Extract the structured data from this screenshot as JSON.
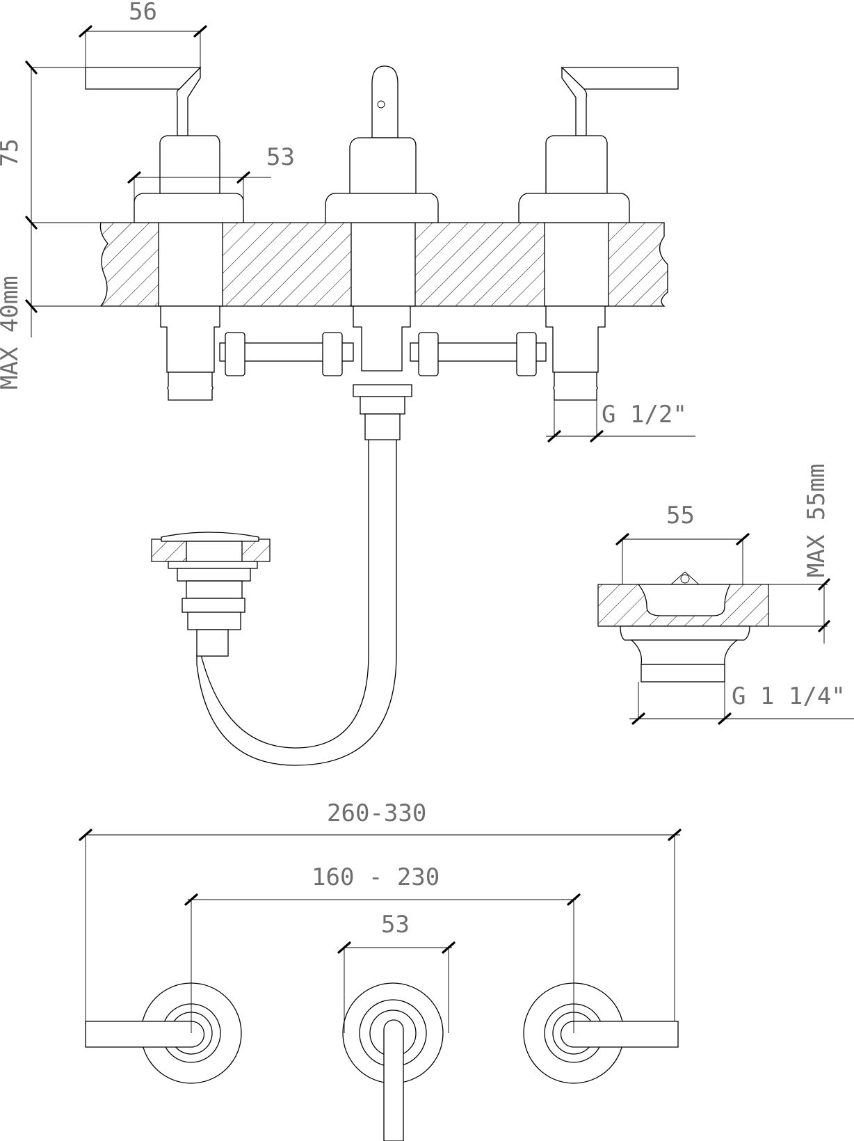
{
  "dimensions": {
    "handle_width": "56",
    "handle_height": "75",
    "rosette_diameter": "53",
    "deck_max": "MAX 40mm",
    "inlet_thread": "G 1/2\"",
    "drain_diameter": "55",
    "drain_max": "MAX 55mm",
    "drain_thread": "G 1 1/4\"",
    "overall_span": "260-330",
    "handle_spacing": "160 - 230",
    "spout_width": "53"
  }
}
